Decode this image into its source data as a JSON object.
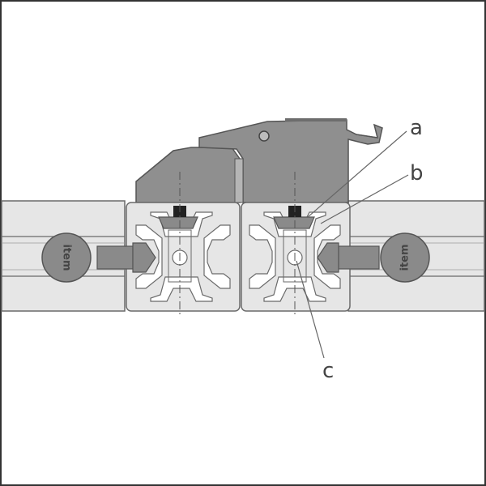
{
  "diagram": {
    "callouts": {
      "a": "a",
      "b": "b",
      "c": "c"
    },
    "knob_logo": "item"
  },
  "colors": {
    "background": "#ffffff",
    "frame_border": "#333333",
    "profile_fill": "#e6e6e6",
    "profile_stroke": "#6a6a6a",
    "clamp_fill": "#8f8f8f",
    "clamp_stroke": "#555555",
    "knob_fill": "#8a8a8a",
    "leader": "#666666"
  }
}
